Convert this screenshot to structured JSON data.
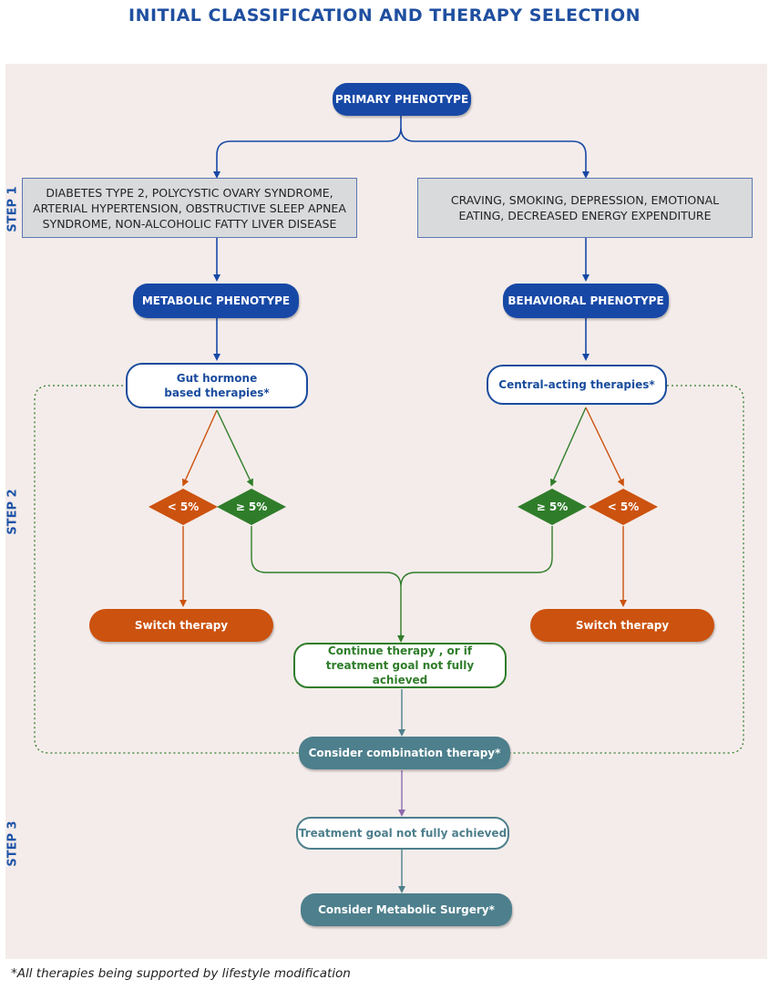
{
  "title": "INITIAL CLASSIFICATION AND THERAPY SELECTION",
  "steps": [
    "STEP 1",
    "STEP 2",
    "STEP 3"
  ],
  "nodes": {
    "primary": "PRIMARY PHENOTYPE",
    "metabolic_conditions": "DIABETES TYPE 2, POLYCYSTIC OVARY SYNDROME, ARTERIAL HYPERTENSION, OBSTRUCTIVE SLEEP APNEA SYNDROME, NON-ALCOHOLIC FATTY LIVER DISEASE",
    "behavioral_conditions": "CRAVING, SMOKING, DEPRESSION, EMOTIONAL EATING, DECREASED ENERGY EXPENDITURE",
    "metabolic_phenotype": "METABOLIC PHENOTYPE",
    "behavioral_phenotype": "BEHAVIORAL PHENOTYPE",
    "gut_hormone": "Gut hormone based therapies*",
    "central_acting": "Central-acting therapies*",
    "lt5_left": "< 5%",
    "ge5_left": "≥ 5%",
    "ge5_right": "≥ 5%",
    "lt5_right": "< 5%",
    "switch_left": "Switch therapy",
    "switch_right": "Switch therapy",
    "continue": "Continue therapy , or if treatment goal not fully achieved",
    "combination": "Consider combination therapy*",
    "goal_not_achieved": "Treatment goal not fully achieved",
    "surgery": "Consider Metabolic Surgery*"
  },
  "footnote": "*All therapies being supported by lifestyle modification",
  "colors": {
    "blue": "#1748a6",
    "orange": "#cc520f",
    "green": "#2f7d2a",
    "teal": "#4d7f8c",
    "background": "#f4ecea"
  }
}
